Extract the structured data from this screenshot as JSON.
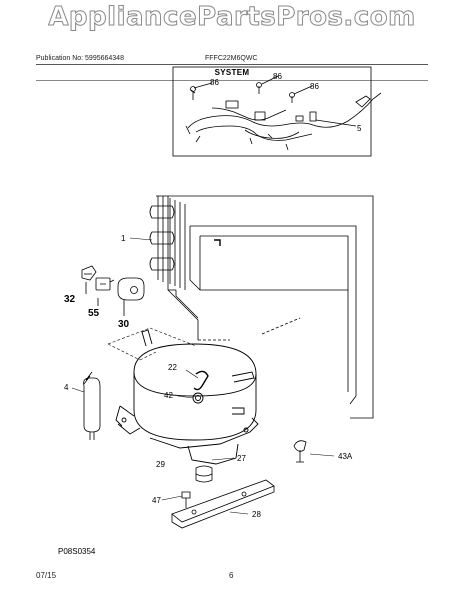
{
  "watermark": "AppliancePartsPros.com",
  "header": {
    "publication": "Publication No: 5995664348",
    "model": "FFFC22M6QWC"
  },
  "section_title": "SYSTEM",
  "figure_code": "P08S0354",
  "footer": {
    "date": "07/15",
    "page": "6"
  },
  "callouts": {
    "c86a": "86",
    "c86b": "86",
    "c86c": "86",
    "c5": "5",
    "c1": "1",
    "c32": "32",
    "c55": "55",
    "c30": "30",
    "c22": "22",
    "c42": "42",
    "c4": "4",
    "c27": "27",
    "c29": "29",
    "c43a": "43A",
    "c47": "47",
    "c28": "28"
  }
}
